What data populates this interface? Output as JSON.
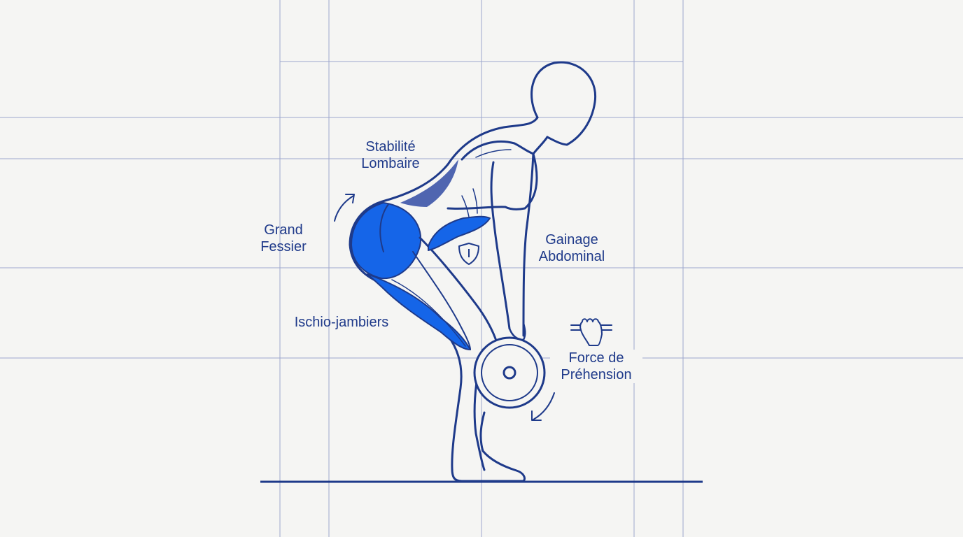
{
  "labels": {
    "lombaire": [
      "Stabilité",
      "Lombaire"
    ],
    "fessier": [
      "Grand",
      "Fessier"
    ],
    "ischio": "Ischio-jambiers",
    "gainage": [
      "Gainage",
      "Abdominal"
    ],
    "force": [
      "Force de",
      "Préhension"
    ]
  },
  "icons": {
    "core": "shield-icon",
    "grip": "gripping-fist-icon",
    "hip_motion": "curved-arrow-up-icon",
    "bar_motion": "curved-arrow-down-icon"
  },
  "colors": {
    "outline": "#1e3a8a",
    "muscle_highlight": "#1565e8",
    "lower_back": "#3d55a8",
    "grid": "#8e9ac8",
    "background": "#f5f5f3"
  }
}
